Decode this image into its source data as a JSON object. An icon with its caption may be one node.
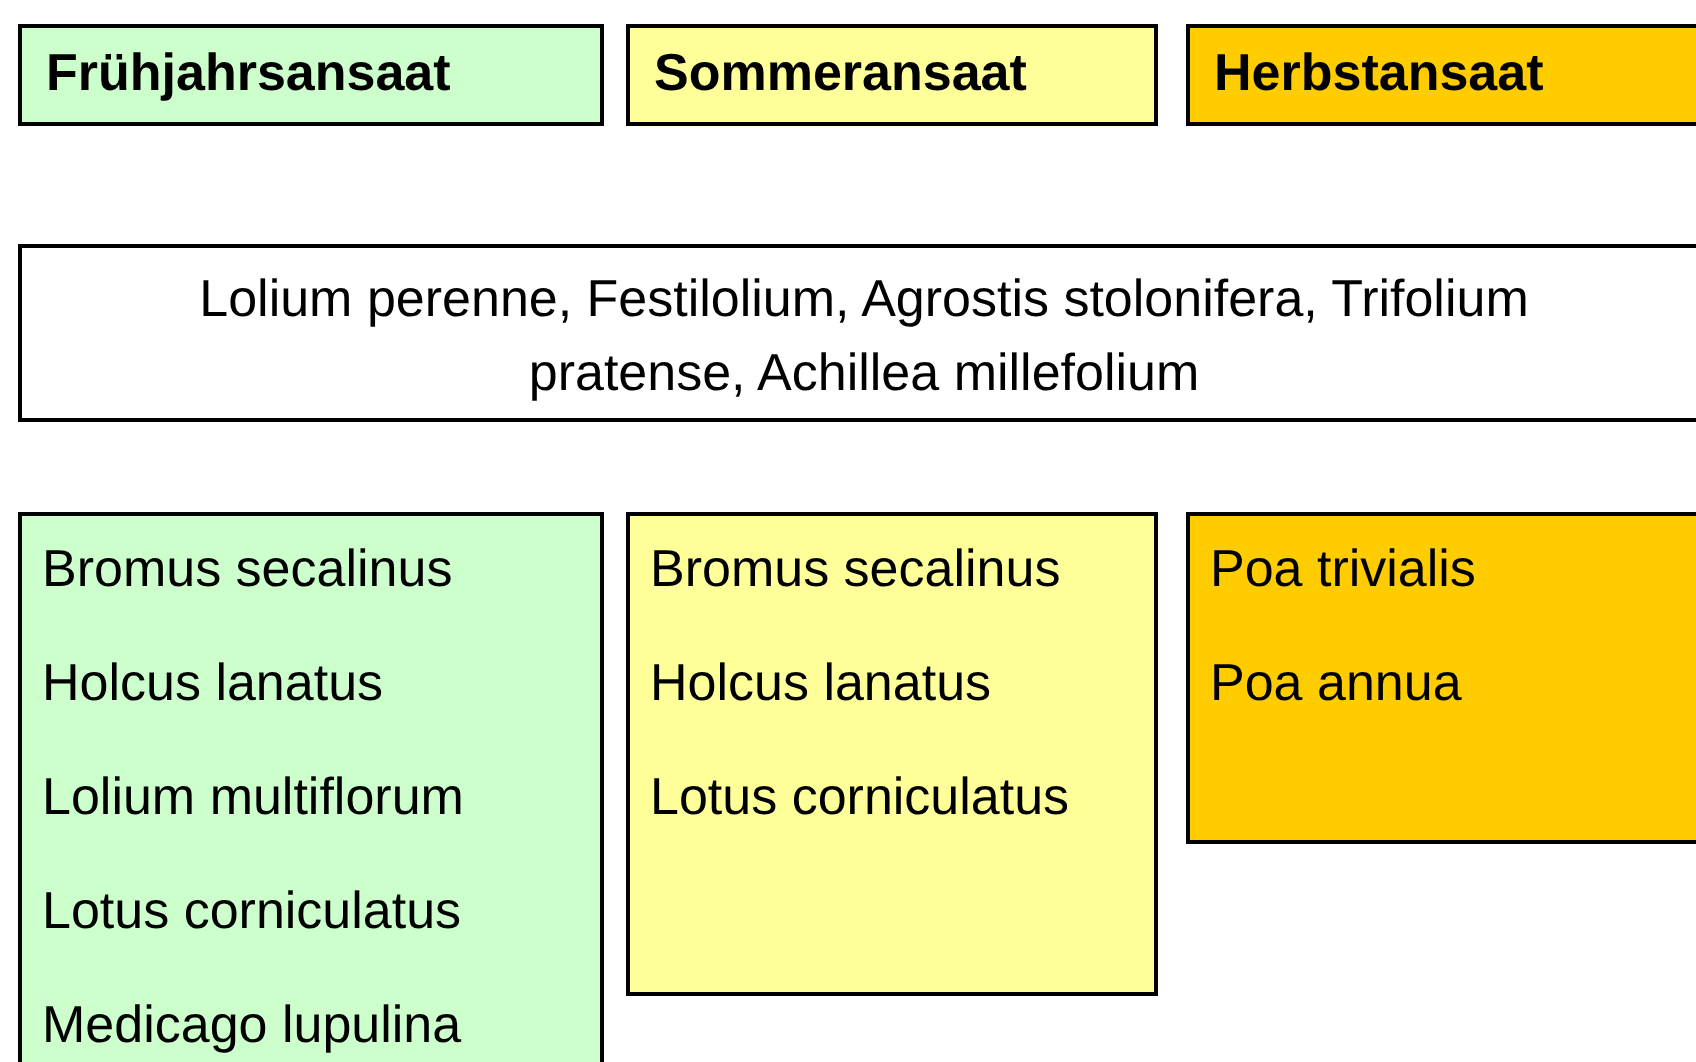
{
  "diagram": {
    "nodes": [
      {
        "text": [
          "Frühjahrsansaat"
        ]
      },
      {
        "text": [
          "Sommeransaat"
        ]
      },
      {
        "text": [
          "Herbstansaat"
        ]
      },
      {
        "text": [
          "Lolium perenne, Festilolium, Agrostis stolonifera, Trifolium pratense, Achillea millefolium"
        ]
      },
      {
        "text": [
          "Bromus secalinus",
          "Holcus lanatus",
          "Lolium multiflorum",
          "Lotus corniculatus",
          "Medicago lupulina"
        ]
      },
      {
        "text": [
          "Bromus secalinus",
          "Holcus lanatus",
          "Lotus corniculatus"
        ]
      },
      {
        "text": [
          "Poa trivialis",
          "Poa annua"
        ]
      }
    ]
  }
}
